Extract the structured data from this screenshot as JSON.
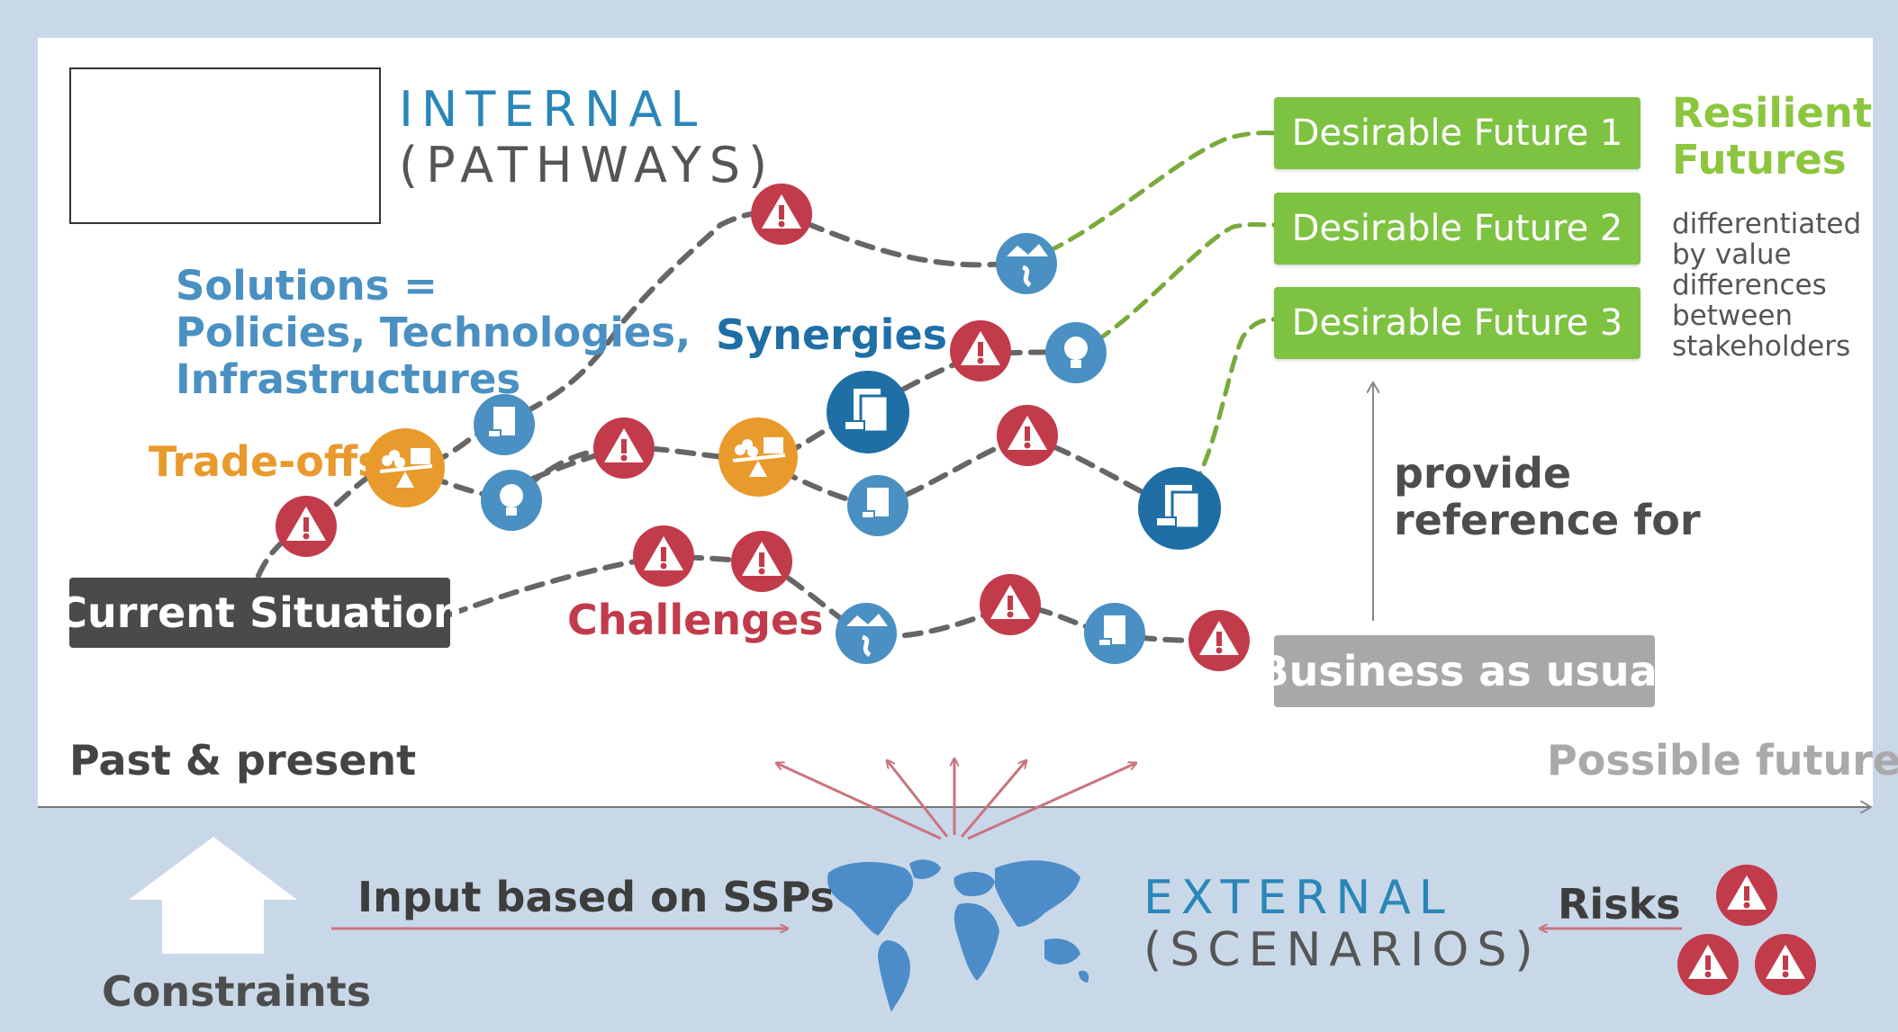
{
  "internal": {
    "title": "INTERNAL",
    "subtitle": "(PATHWAYS)"
  },
  "solutions": {
    "line1": "Solutions =",
    "line2": "Policies, Technologies,",
    "line3": "Infrastructures"
  },
  "tradeoffs": "Trade-offs",
  "synergies": "Synergies",
  "challenges": "Challenges",
  "current_situation": "Current Situation",
  "business_as_usual": "Business as usual",
  "futures": [
    "Desirable Future 1",
    "Desirable Future 2",
    "Desirable Future 3"
  ],
  "resilient": {
    "line1": "Resilient",
    "line2": "Futures"
  },
  "differentiated": [
    "differentiated",
    "by value",
    "differences",
    "between",
    "stakeholders"
  ],
  "provide": {
    "line1": "provide",
    "line2": "reference for"
  },
  "timeline": {
    "past": "Past & present",
    "future": "Possible future"
  },
  "external": {
    "title": "EXTERNAL",
    "subtitle": "(SCENARIOS)"
  },
  "input_label": "Input based on SSPs",
  "constraints": "Constraints",
  "risks": "Risks",
  "colors": {
    "risk_red": "#c23b4b",
    "tradeoff_orange": "#e99a2c",
    "solution_blue": "#4a90c2",
    "synergy_blue": "#1f6fa6",
    "future_green": "#7dc241",
    "bau_gray": "#a8a8a8",
    "background": "#c9d8e8"
  },
  "icons": [
    "warning-icon",
    "lightbulb-icon",
    "document-gavel-icon",
    "scale-people-icon",
    "river-icon",
    "watershed-map",
    "world-map",
    "up-arrow-icon"
  ]
}
